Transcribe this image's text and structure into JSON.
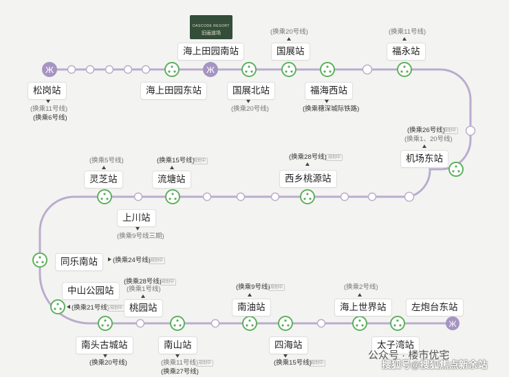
{
  "colors": {
    "line": "#b3a3c9",
    "line_stroke": "#b9acce",
    "interchange": "#5daf5d",
    "metro_circle": "#a694c2",
    "plain_stop": "#ffffff"
  },
  "logo": {
    "line1": "DASCODE RESORT",
    "line2": "旧画道场"
  },
  "stations": {
    "songgang": "松岗站",
    "haishang_tianyuan_dong": "海上田园东站",
    "haishang_tianyuan_nan": "海上田园南站",
    "guozhan_bei": "国展北站",
    "guozhan": "国展站",
    "fuhai_xi": "福海西站",
    "fuyong": "福永站",
    "jichang_dong": "机场东站",
    "xixiang_taoyuan": "西乡桃源站",
    "liutang": "流塘站",
    "lingzhi": "灵芝站",
    "shangchuan": "上川站",
    "tongle_nan": "同乐南站",
    "zhongshan_gongyuan": "中山公园站",
    "taoyuan": "桃园站",
    "nantou_gucheng": "南头古城站",
    "nanshan": "南山站",
    "nanyou": "南油站",
    "sihai": "四海站",
    "haishang_shijie": "海上世界站",
    "taizi_wan": "太子湾站",
    "zuopaotai_dong": "左炮台东站"
  },
  "transfers": {
    "songgang_1": "(换乘11号线)",
    "songgang_2": "(换乘6号线)",
    "guozhan": "(换乘20号线)",
    "guozhan_bei": "(换乘20号线)",
    "fuhai_xi": "(换乘穗深城际铁路)",
    "fuyong": "(换乘11号线)",
    "jichang_dong_1": "(换乘26号线)",
    "jichang_dong_2": "(换乘1、20号线)",
    "xixiang_taoyuan": "(换乘28号线)",
    "liutang": "(换乘15号线)",
    "lingzhi": "(换乘5号线)",
    "shangchuan": "(换乘9号线三期)",
    "tongle_nan": "(换乘24号线)",
    "zhongshan_gongyuan": "(换乘21号线)",
    "taoyuan_1": "(换乘28号线)",
    "taoyuan_2": "(换乘1号线)",
    "nantou_gucheng": "(换乘20号线)",
    "nanshan_1": "(换乘11号线)",
    "nanshan_2": "(换乘27号线)",
    "nanyou": "(换乘9号线)",
    "sihai": "(换乘15号线)",
    "haishang_shijie": "(换乘2号线)"
  },
  "planning_tag": "规划中",
  "watermark": {
    "line1": "公众号 · 楼市优宅",
    "line2": "搜狐号@搜狐焦点新余站"
  }
}
